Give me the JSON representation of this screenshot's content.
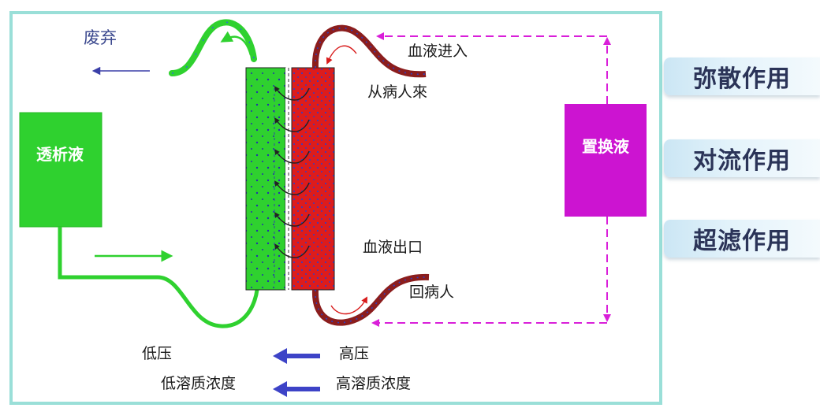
{
  "labels": {
    "waste": "废弃",
    "dialysate": "透析液",
    "blood_in": "血液进入",
    "from_patient": "从病人來",
    "replacement": "置换液",
    "blood_out": "血液出口",
    "back_to_patient": "回病人",
    "low_pressure": "低压",
    "high_pressure": "高压",
    "low_solute": "低溶质浓度",
    "high_solute": "高溶质浓度"
  },
  "mechanisms": [
    "弥散作用",
    "对流作用",
    "超滤作用"
  ],
  "colors": {
    "dialysate_green": "#2fd12f",
    "blood_red": "#dd1c1c",
    "replacement_magenta": "#cc14d1",
    "dashed_line": "#d91fd9",
    "arrow_blue": "#3d43c7",
    "frame": "#9adfd8"
  },
  "icons": [
    "flow-arrow-icon",
    "dashed-flow-arrow-icon"
  ]
}
